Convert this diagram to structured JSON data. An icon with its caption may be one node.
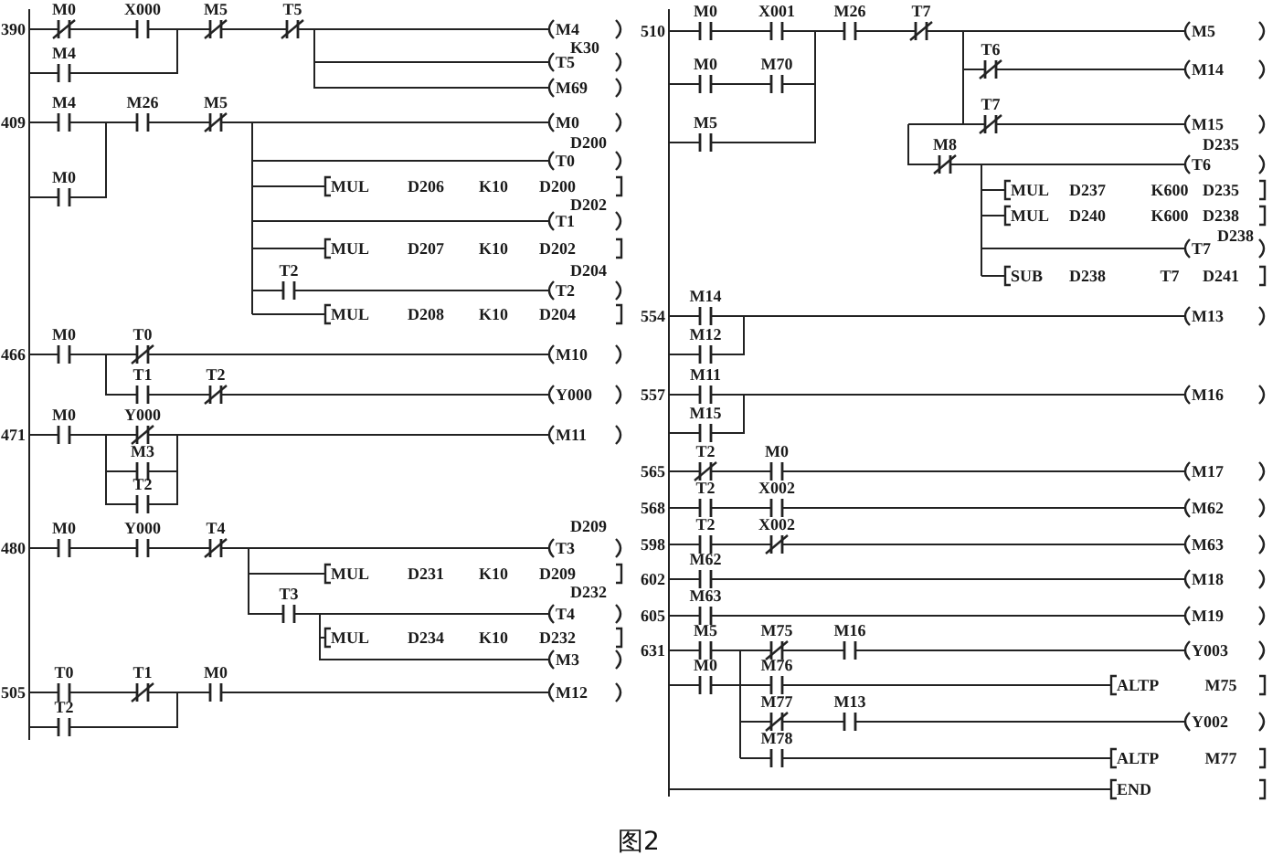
{
  "diagram": {
    "caption": "图2",
    "labels": [
      "390",
      "M0",
      "X000",
      "M5",
      "T5",
      "M4",
      "M4",
      "K30",
      "T5",
      "M69",
      "409",
      "M4",
      "M26",
      "M5",
      "M0",
      "M0",
      "D200",
      "T0",
      "MUL",
      "D206",
      "K10",
      "D200",
      "D202",
      "T1",
      "MUL",
      "D207",
      "K10",
      "D202",
      "T2",
      "D204",
      "T2",
      "MUL",
      "D208",
      "K10",
      "D204",
      "466",
      "M0",
      "T0",
      "M10",
      "T1",
      "T2",
      "Y000",
      "471",
      "M0",
      "Y000",
      "M11",
      "M3",
      "T2",
      "480",
      "M0",
      "Y000",
      "T4",
      "D209",
      "T3",
      "MUL",
      "D231",
      "K10",
      "D209",
      "T3",
      "D232",
      "T4",
      "MUL",
      "D234",
      "K10",
      "D232",
      "M3",
      "505",
      "T0",
      "T1",
      "M0",
      "M12",
      "T2",
      "510",
      "M0",
      "X001",
      "M26",
      "T7",
      "M5",
      "T6",
      "M14",
      "M0",
      "M70",
      "M5",
      "T7",
      "M15",
      "M8",
      "D235",
      "T6",
      "MUL",
      "D237",
      "K600",
      "D235",
      "MUL",
      "D240",
      "K600",
      "D238",
      "D238",
      "T7",
      "SUB",
      "D238",
      "T7",
      "D241",
      "554",
      "M14",
      "M13",
      "M12",
      "557",
      "M11",
      "M16",
      "M15",
      "565",
      "T2",
      "M0",
      "M17",
      "568",
      "T2",
      "X002",
      "M62",
      "598",
      "T2",
      "X002",
      "M63",
      "602",
      "M62",
      "M18",
      "605",
      "M63",
      "M19",
      "631",
      "M5",
      "M75",
      "M16",
      "Y003",
      "M0",
      "M76",
      "ALTP",
      "M75",
      "M77",
      "M13",
      "Y002",
      "M78",
      "ALTP",
      "M77",
      "END"
    ]
  }
}
